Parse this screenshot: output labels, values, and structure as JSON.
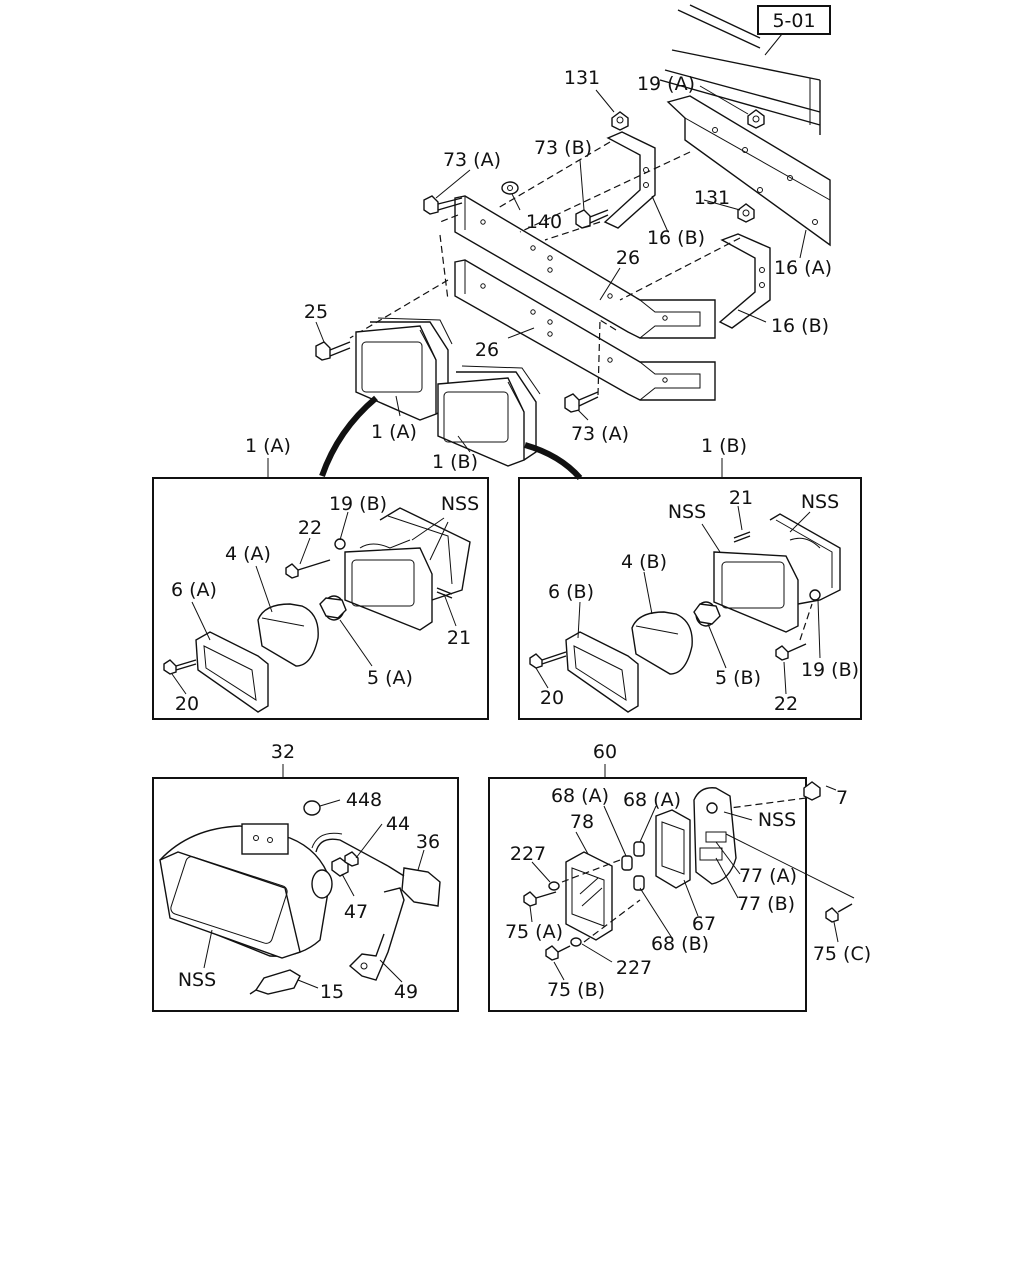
{
  "page_ref": "5-01",
  "callouts": {
    "c131a": "131",
    "c19A": "19 (A)",
    "c73Ba": "73 (B)",
    "c73Aa": "73 (A)",
    "c140": "140",
    "c16Ba": "16 (B)",
    "c131b": "131",
    "c26a": "26",
    "c16A": "16 (A)",
    "c25": "25",
    "c26b": "26",
    "c16Bb": "16 (B)",
    "c73Ab": "73 (A)",
    "c1Aa": "1 (A)",
    "c1Ba": "1 (B)"
  },
  "panel_1A": {
    "title": "1 (A)",
    "labels": {
      "l19B": "19 (B)",
      "lNSS": "NSS",
      "l22": "22",
      "l4A": "4 (A)",
      "l6A": "6 (A)",
      "l21": "21",
      "l5A": "5 (A)",
      "l20": "20"
    }
  },
  "panel_1B": {
    "title": "1 (B)",
    "labels": {
      "l21": "21",
      "lNSSa": "NSS",
      "lNSSb": "NSS",
      "l4B": "4 (B)",
      "l6B": "6 (B)",
      "l5B": "5 (B)",
      "l19B": "19 (B)",
      "l20": "20",
      "l22": "22"
    }
  },
  "panel_32": {
    "title": "32",
    "labels": {
      "l448": "448",
      "l44": "44",
      "l36": "36",
      "l47": "47",
      "lNSS": "NSS",
      "l15": "15",
      "l49": "49"
    }
  },
  "panel_60": {
    "title": "60",
    "labels": {
      "l7": "7",
      "l68Aa": "68 (A)",
      "l68Ab": "68 (A)",
      "lNSS": "NSS",
      "l78": "78",
      "l227a": "227",
      "l77A": "77 (A)",
      "l77B": "77 (B)",
      "l75A": "75 (A)",
      "l67": "67",
      "l68B": "68 (B)",
      "l227b": "227",
      "l75B": "75 (B)",
      "l75C": "75 (C)"
    }
  }
}
